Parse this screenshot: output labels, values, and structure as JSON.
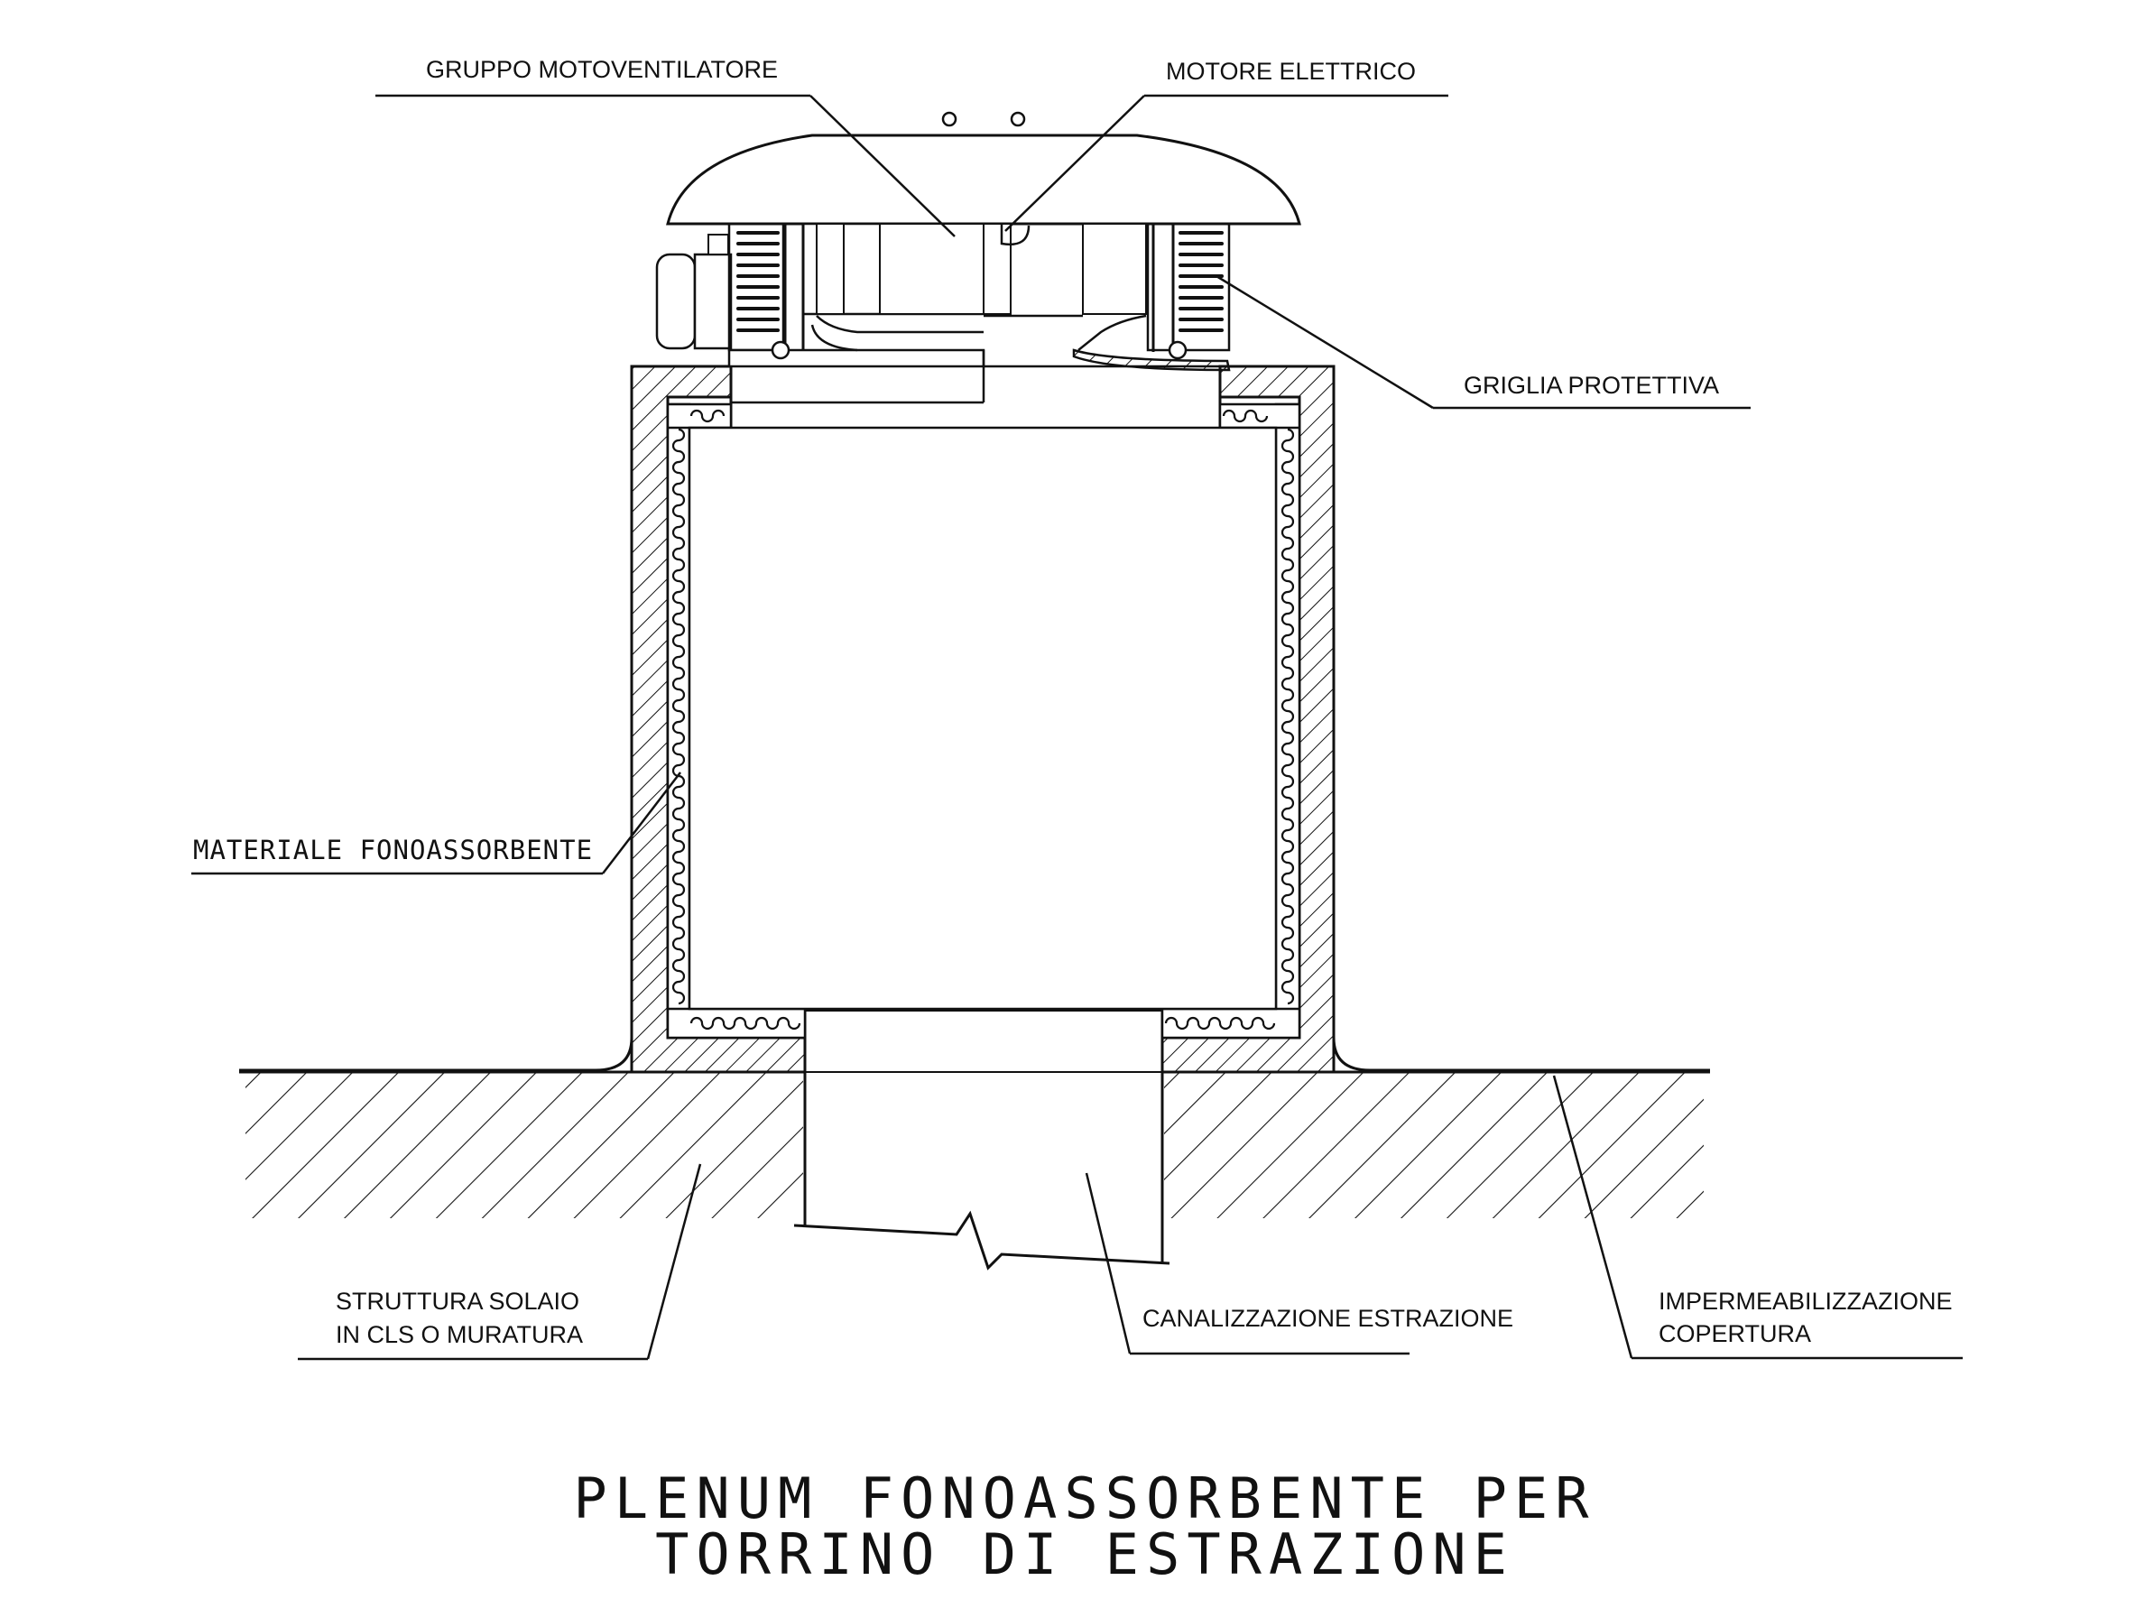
{
  "labels": {
    "gruppo": "GRUPPO MOTOVENTILATORE",
    "motore": "MOTORE ELETTRICO",
    "griglia": "GRIGLIA PROTETTIVA",
    "materiale": "MATERIALE FONOASSORBENTE",
    "struttura_1": "STRUTTURA SOLAIO",
    "struttura_2": "IN CLS O MURATURA",
    "canalizzazione": "CANALIZZAZIONE ESTRAZIONE",
    "imperm_1": "IMPERMEABILIZZAZIONE",
    "imperm_2": "COPERTURA"
  },
  "title": {
    "line1": "PLENUM FONOASSORBENTE PER",
    "line2": "TORRINO DI ESTRAZIONE"
  }
}
